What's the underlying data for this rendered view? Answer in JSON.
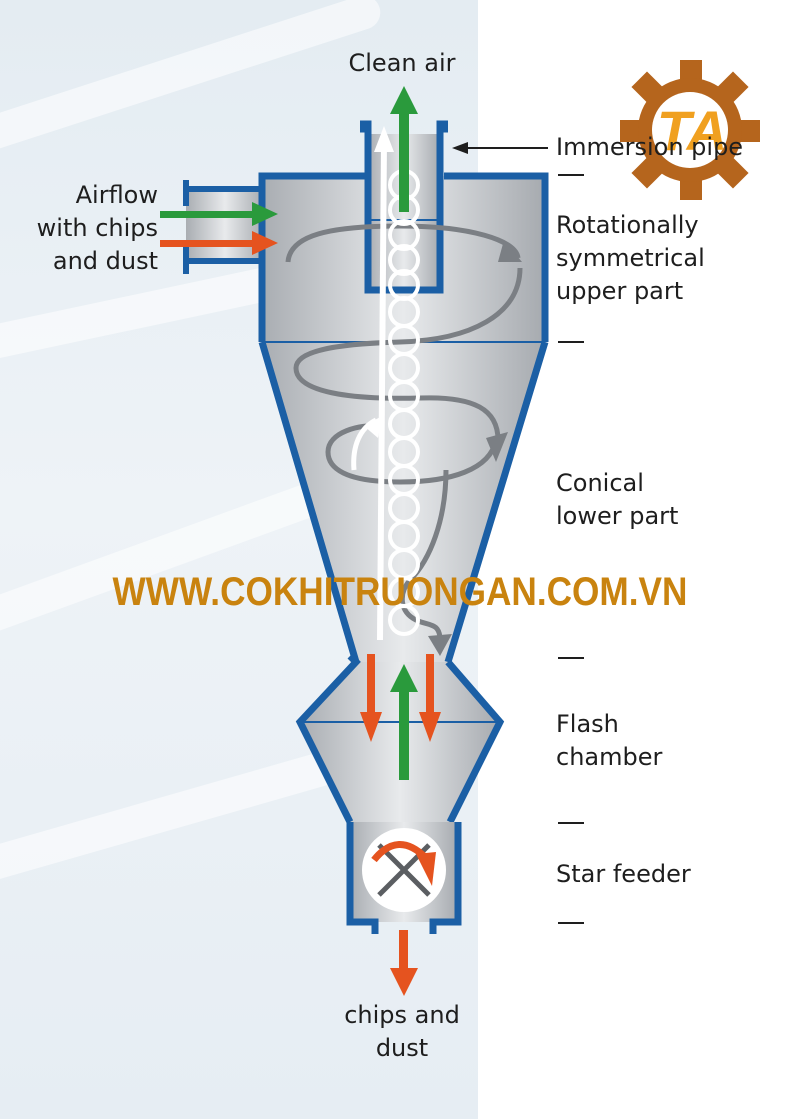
{
  "labels": {
    "clean_air": "Clean air",
    "airflow": "Airflow\nwith chips\nand dust",
    "immersion_pipe": "Immersion pipe",
    "upper_part": "Rotationally\nsymmetrical\nupper part",
    "conical_part": "Conical\nlower part",
    "flash_chamber": "Flash\nchamber",
    "star_feeder": "Star feeder",
    "chips_dust": "chips and\ndust"
  },
  "watermark": "WWW.COKHITRUONGAN.COM.VN",
  "logo_text": "TA",
  "colors": {
    "vessel_outline": "#1b5fa5",
    "vessel_fill": "#c9ccd0",
    "clean_air_arrow": "#2a9a3c",
    "dust_arrow": "#e5531f",
    "swirl": "#7b7f84",
    "inner_vortex": "#ffffff",
    "watermark": "#c9830f",
    "logo_gear": "#b5651d"
  }
}
